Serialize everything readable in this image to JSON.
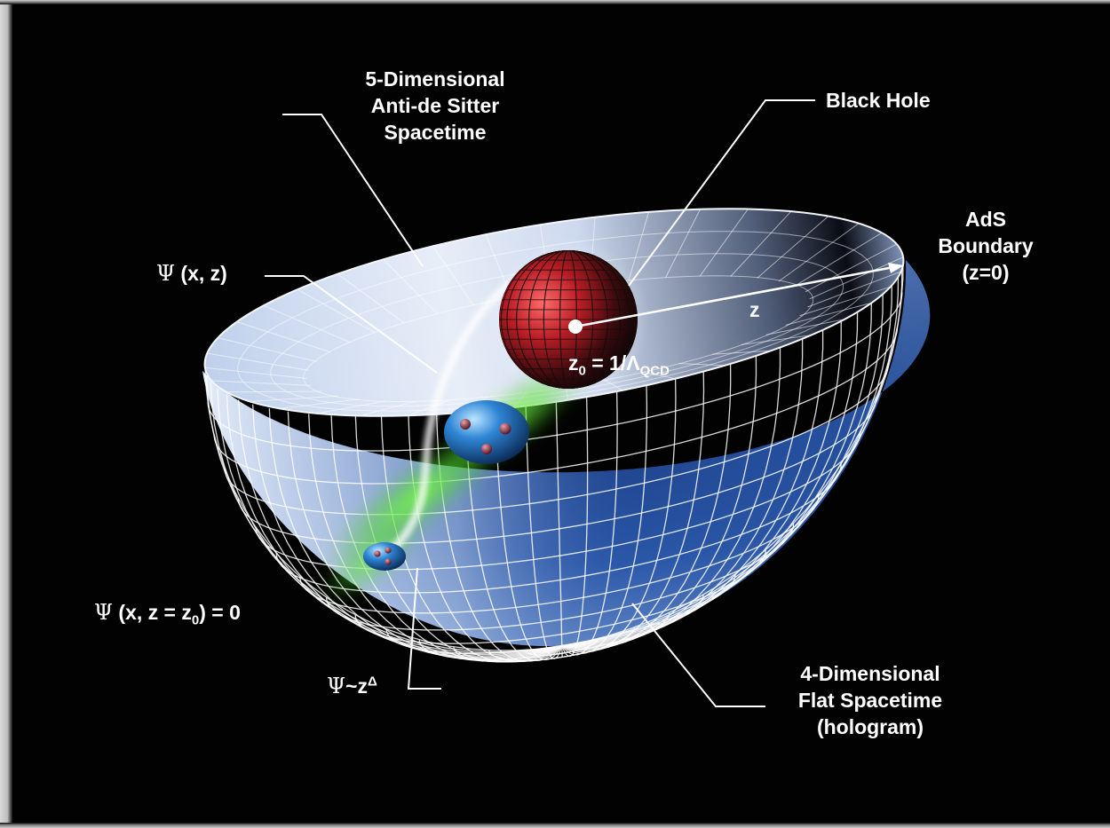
{
  "labels": {
    "ads_5d": [
      "5-Dimensional",
      "Anti-de Sitter",
      "Spacetime"
    ],
    "black_hole": "Black Hole",
    "ads_boundary": [
      "AdS",
      "Boundary",
      "(z=0)"
    ],
    "psi_xz": {
      "symbol": "Ψ",
      "text": " (x, z)"
    },
    "z_axis": "z",
    "z0_formula": {
      "base": "z",
      "base_sub": "0",
      "mid": " = 1/Λ",
      "sub": "QCD"
    },
    "psi_boundary": {
      "symbol": "Ψ",
      "text": " (x, z = z",
      "sub": "0",
      "tail": ") = 0"
    },
    "psi_power": {
      "symbol": "Ψ",
      "text": "~z",
      "sup": "Δ"
    },
    "flat_4d": [
      "4-Dimensional",
      "Flat Spacetime",
      "(hologram)"
    ]
  },
  "colors": {
    "background": "#020202",
    "bowl_inner": "#cfdcf0",
    "bowl_outer": "#2a57a8",
    "grid": "#ffffff",
    "black_hole": "#c0262d",
    "wavefunction_glow": "#58e23a",
    "hadron": "#2f86d6",
    "quark": "#9a3140"
  }
}
